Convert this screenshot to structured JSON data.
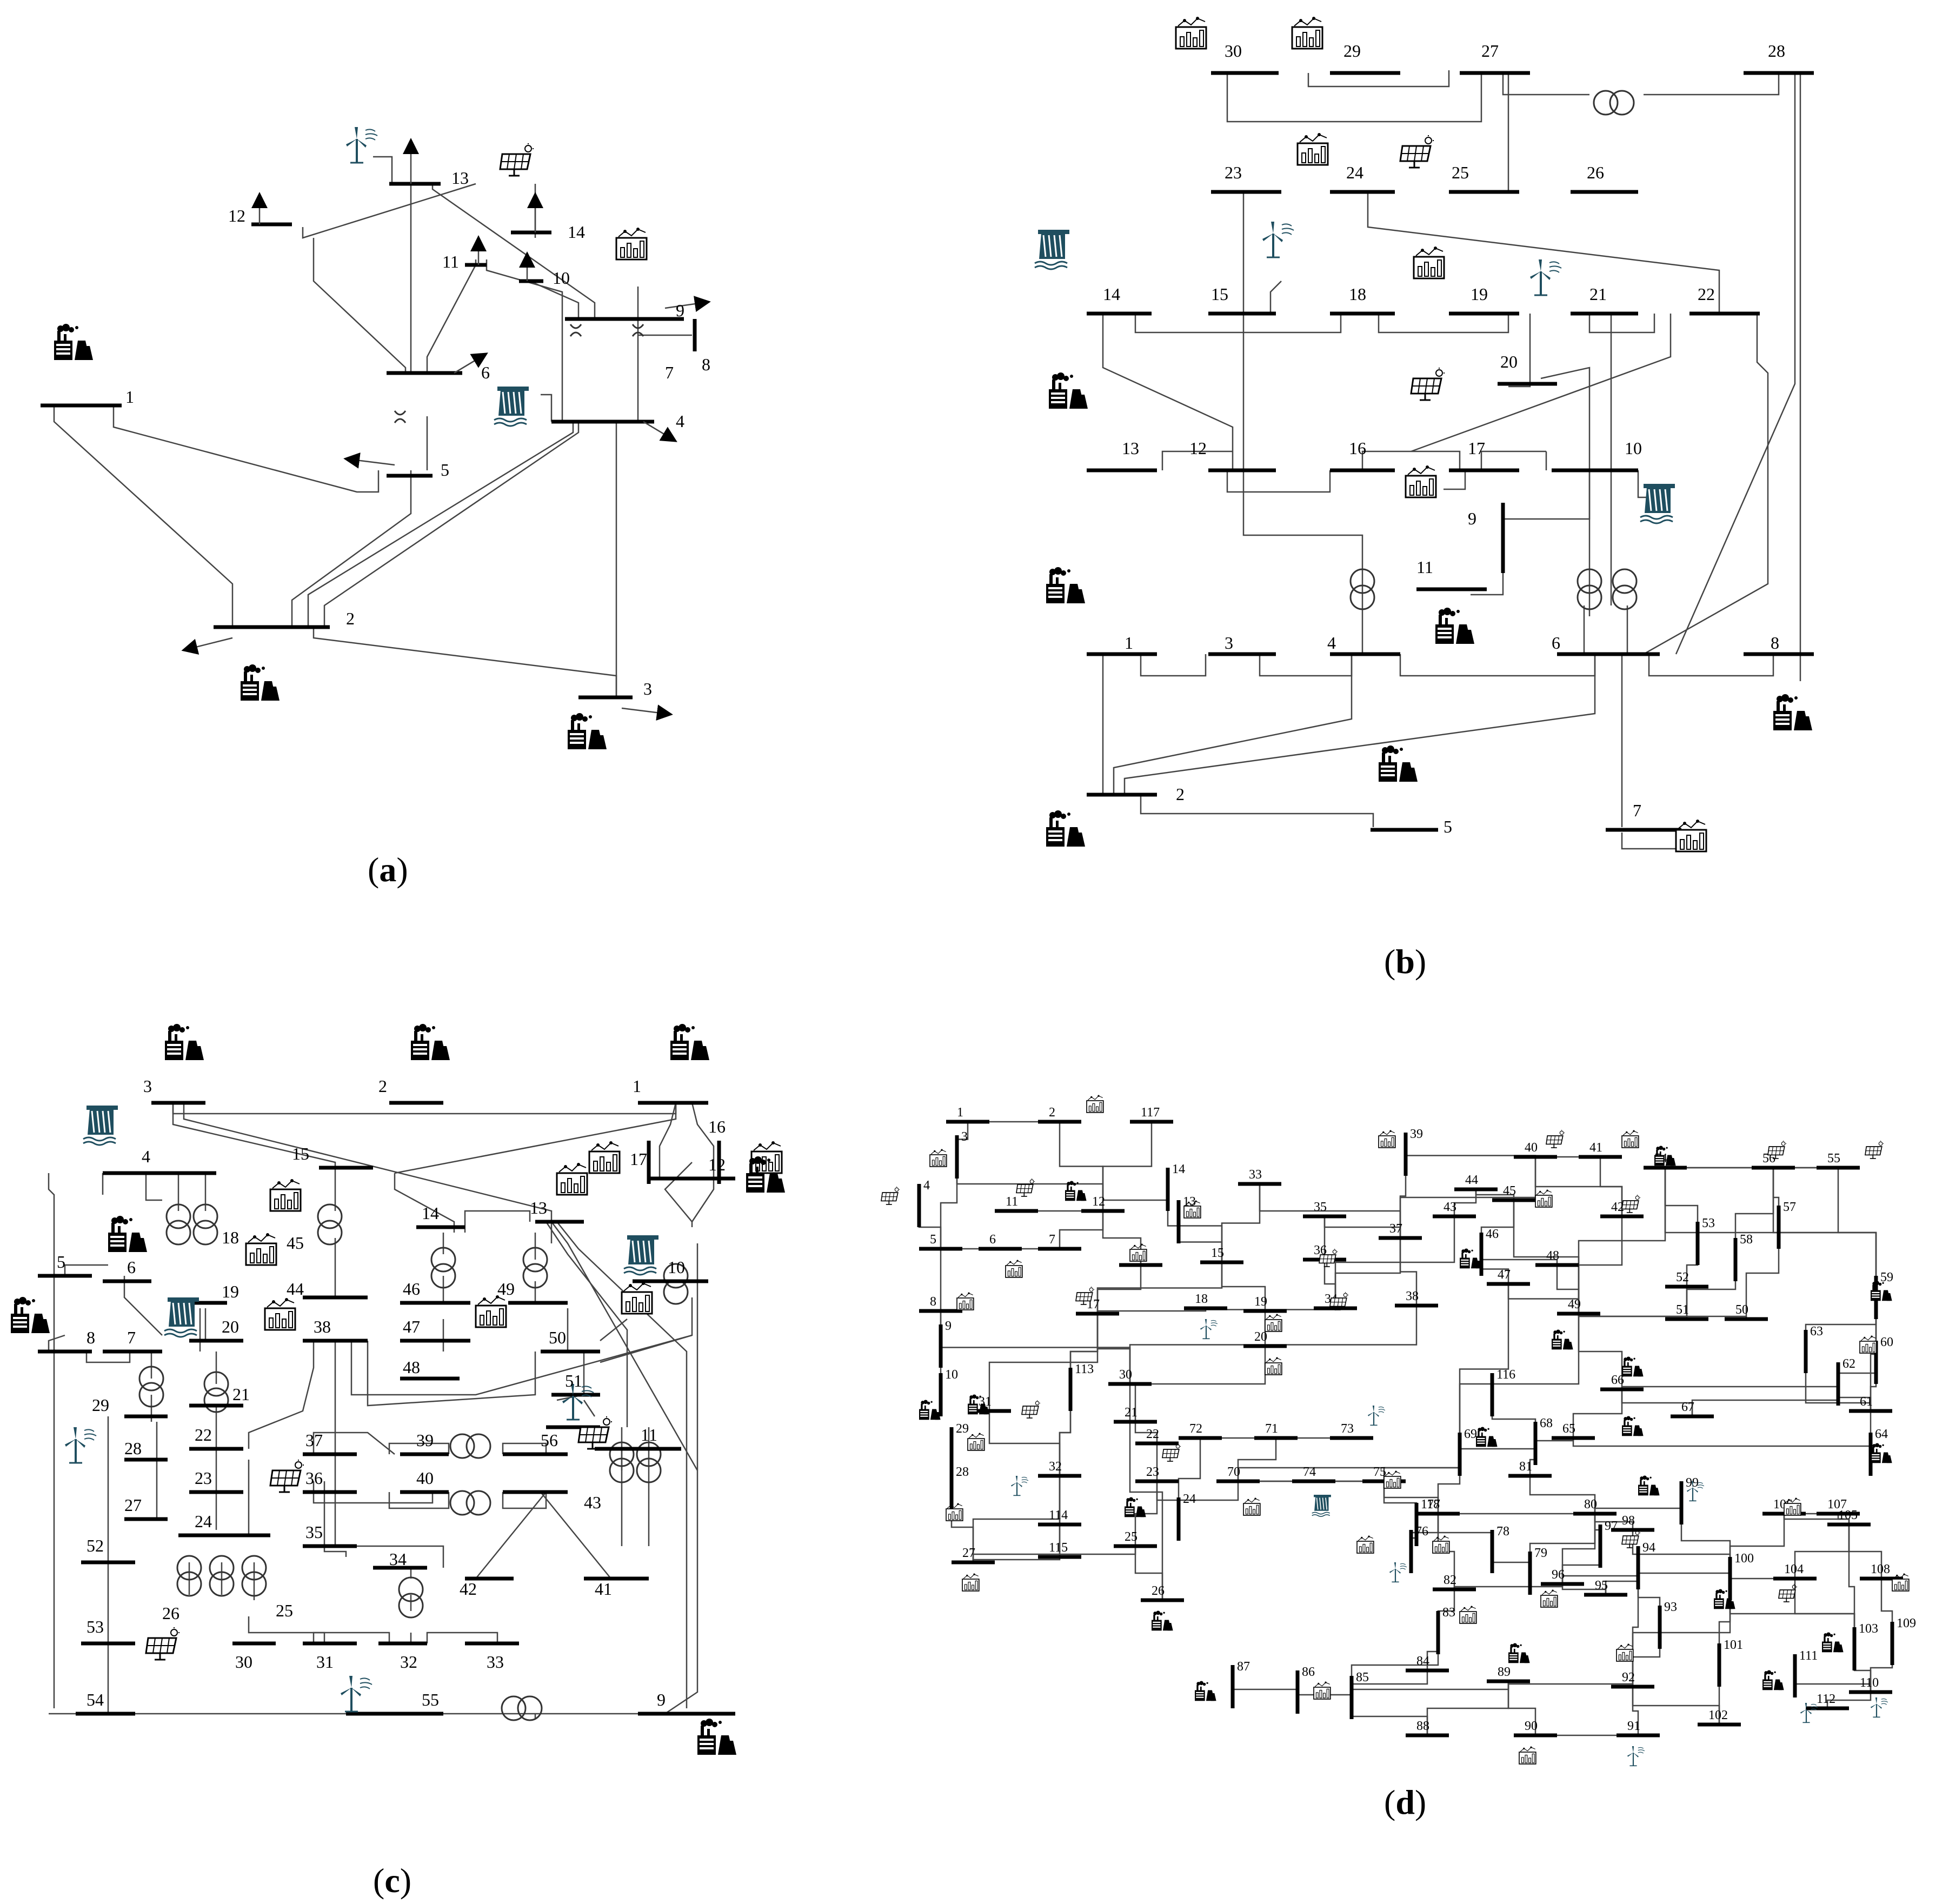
{
  "panels": [
    {
      "id": "a",
      "caption": "(a)",
      "caption_letter": "a"
    },
    {
      "id": "b",
      "caption": "(b)",
      "caption_letter": "b"
    },
    {
      "id": "c",
      "caption": "(c)",
      "caption_letter": "c"
    },
    {
      "id": "d",
      "caption": "(d)",
      "caption_letter": "d"
    }
  ],
  "legend_icons": [
    "thermal-plant-icon",
    "hydro-plant-icon",
    "wind-turbine-icon",
    "solar-panel-icon",
    "load-chart-icon",
    "transformer-icon"
  ],
  "colors": {
    "hydro": "#1f4e5f",
    "wind": "#1f4e5f",
    "bus": "#000000",
    "line": "#444444"
  },
  "panel_a": {
    "buses": [
      "1",
      "2",
      "3",
      "4",
      "5",
      "6",
      "7",
      "8",
      "9",
      "10",
      "11",
      "12",
      "13",
      "14"
    ]
  },
  "panel_b": {
    "buses": [
      "1",
      "2",
      "3",
      "4",
      "5",
      "6",
      "7",
      "8",
      "9",
      "10",
      "11",
      "12",
      "13",
      "14",
      "15",
      "16",
      "17",
      "18",
      "19",
      "20",
      "21",
      "22",
      "23",
      "24",
      "25",
      "26",
      "27",
      "28",
      "29",
      "30"
    ]
  },
  "panel_c": {
    "buses": [
      "1",
      "2",
      "3",
      "4",
      "5",
      "6",
      "7",
      "8",
      "9",
      "10",
      "11",
      "12",
      "13",
      "14",
      "15",
      "16",
      "17",
      "18",
      "19",
      "20",
      "21",
      "22",
      "23",
      "24",
      "25",
      "26",
      "27",
      "28",
      "29",
      "30",
      "31",
      "32",
      "33",
      "34",
      "35",
      "36",
      "37",
      "38",
      "39",
      "40",
      "41",
      "42",
      "43",
      "44",
      "45",
      "46",
      "47",
      "48",
      "49",
      "50",
      "51",
      "52",
      "53",
      "54",
      "55",
      "56",
      "57"
    ]
  },
  "panel_d": {
    "bus_count": 118
  }
}
